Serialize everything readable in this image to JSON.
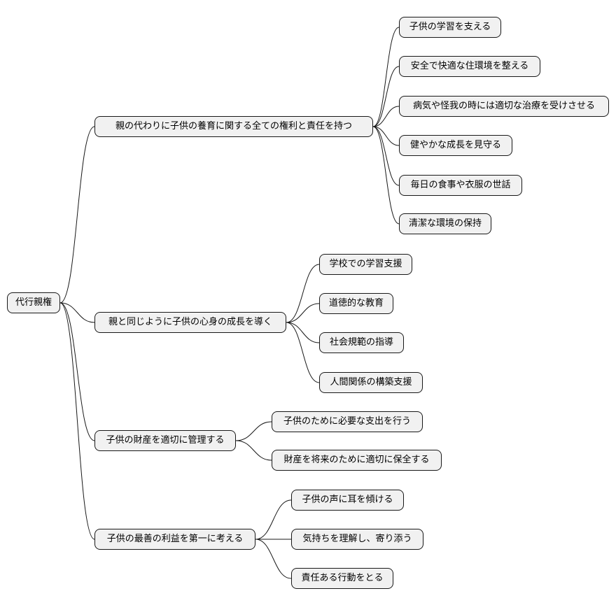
{
  "mindmap": {
    "root": {
      "label": "代行親権"
    },
    "branches": [
      {
        "label": "親の代わりに子供の養育に関する全ての権利と責任を持つ",
        "children": [
          {
            "label": "子供の学習を支える"
          },
          {
            "label": "安全で快適な住環境を整える"
          },
          {
            "label": "病気や怪我の時には適切な治療を受けさせる"
          },
          {
            "label": "健やかな成長を見守る"
          },
          {
            "label": "毎日の食事や衣服の世話"
          },
          {
            "label": "清潔な環境の保持"
          }
        ]
      },
      {
        "label": "親と同じように子供の心身の成長を導く",
        "children": [
          {
            "label": "学校での学習支援"
          },
          {
            "label": "道徳的な教育"
          },
          {
            "label": "社会規範の指導"
          },
          {
            "label": "人間関係の構築支援"
          }
        ]
      },
      {
        "label": "子供の財産を適切に管理する",
        "children": [
          {
            "label": "子供のために必要な支出を行う"
          },
          {
            "label": "財産を将来のために適切に保全する"
          }
        ]
      },
      {
        "label": "子供の最善の利益を第一に考える",
        "children": [
          {
            "label": "子供の声に耳を傾ける"
          },
          {
            "label": "気持ちを理解し、寄り添う"
          },
          {
            "label": "責任ある行動をとる"
          }
        ]
      }
    ]
  }
}
